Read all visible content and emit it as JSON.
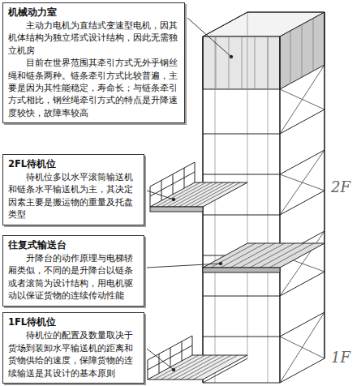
{
  "diagram": {
    "nodes": [
      {
        "text": [
          "机械动力室",
          "主动力电机为直结式变速型电机，因其机体结构为独立塔式设计结构，因此无需独立机房",
          "目前在世界范围其牵引方式无外乎钢丝绳和链条两种。链条牵引方式比较普遍，主要是因为其性能稳定，寿命长；与链条牵引方式相比，钢丝绳牵引方式的特点是升降速度较快，故障率较高"
        ]
      },
      {
        "text": [
          "2FL待机位",
          "待机位多以水平滚筒输送机和链条水平输送机为主，其决定因素主要是搬运物的重量及托盘类型"
        ]
      },
      {
        "text": [
          "往复式输送台",
          "升降台的动作原理与电梯轿厢类似，不同的是升降台以链条或者滚筒为设计结构，用电机驱动以保证货物的连续传动性能"
        ]
      },
      {
        "text": [
          "1FL待机位",
          "待机位的配置及数量取决于货场到装卸水平输送机的距离和货物供给的速度，保障货物的连续输送是其设计的基本原则"
        ]
      }
    ],
    "labels": [
      "2F",
      "1F"
    ]
  }
}
